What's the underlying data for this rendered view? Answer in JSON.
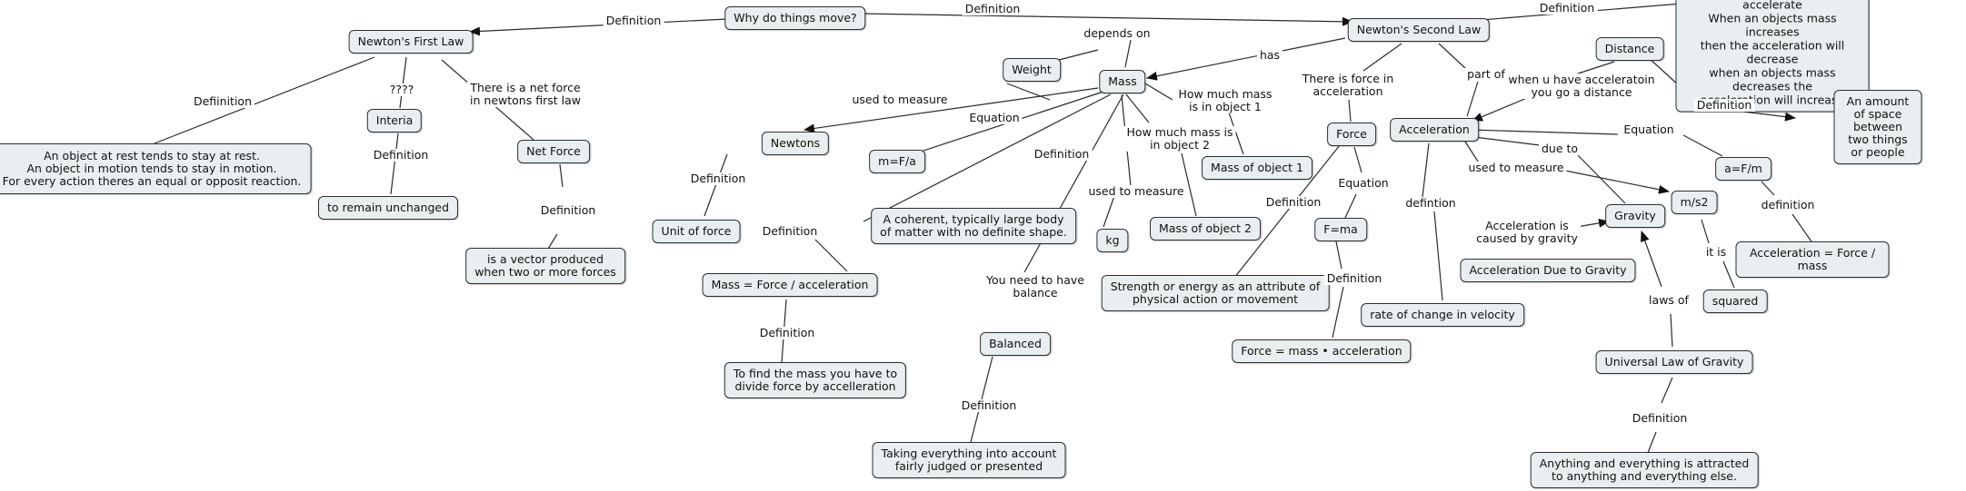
{
  "colors": {
    "node_bg": "#e9eff0",
    "border": "#2a2f33",
    "line": "#2b2b2b",
    "page_bg": "#ffffff"
  },
  "nodes": {
    "why_move": "Why do things move?",
    "newton1": "Newton's First Law",
    "newton2": "Newton's Second Law",
    "newton2_def": "An object with mass will accelerate\nWhen an objects mass increases\nthen the acceleration will decrease\nwhen an objects mass decreases the\nacceleration will increase",
    "law1_def": "An object at rest tends to stay at rest.\nAn object in motion tends to stay in motion.\nFor every action theres an equal or opposit reaction.",
    "interia": "Interia",
    "interia_def": "to remain unchanged",
    "net_force": "Net Force",
    "net_force_def": "is a vector produced\nwhen two or more forces",
    "weight": "Weight",
    "mass": "Mass",
    "newtons": "Newtons",
    "unit_force": "Unit of force",
    "m_fa": "m=F/a",
    "mass_def": "A coherent, typically large body\nof matter with no definite shape.",
    "mass_formula": "Mass = Force / acceleration",
    "mass_formula_def": "To find the mass you have to\ndivide force by accelleration",
    "kg": "kg",
    "balanced": "Balanced",
    "balanced_def": "Taking everything into account\nfairly judged or presented",
    "mass_obj1": "Mass of object 1",
    "mass_obj2": "Mass of object 2",
    "force": "Force",
    "force_def": "Strength or energy as an attribute of\nphysical action or movement",
    "fma": "F=ma",
    "fma_def": "Force = mass • acceleration",
    "acceleration": "Acceleration",
    "accel_def": "rate of change in velocity",
    "distance": "Distance",
    "distance_def": "An amount of space between\ntwo things or people",
    "afm": "a=F/m",
    "afm_def": "Acceleration = Force / mass",
    "ms2": "m/s2",
    "squared": "squared",
    "gravity": "Gravity",
    "accel_gravity": "Acceleration Due to Gravity",
    "universal": "Universal Law of Gravity",
    "universal_def": "Anything and everything is attracted\nto anything and everything else."
  },
  "labels": {
    "def_why_n1": "Definition",
    "def_why_n2": "Definition",
    "def_n2": "Definition",
    "def_law1": "Defiinition",
    "q_interia": "????",
    "def_interia": "Definition",
    "net_force_rel": "There is a net force\nin newtons first law",
    "def_net_force": "Definition",
    "depends_on": "depends on",
    "has": "has",
    "used_to_measure_weight": "used to measure",
    "def_newtons": "Definition",
    "eq_mass": "Equation",
    "def_mfa": "Definition",
    "def_mass_formula": "Definition",
    "def_mass": "Definition",
    "how_much_1": "How much mass\nis in object 1",
    "how_much_2": "How much mass is\nin object 2",
    "used_to_measure_kg": "used to measure",
    "balance_rel": "You need to have\nbalance",
    "def_balanced": "Definition",
    "force_in_accel": "There is force in\nacceleration",
    "part_of": "part of",
    "def_force": "Definition",
    "eq_force": "Equation",
    "def_fma": "Definition",
    "distance_rel": "when u have acceleratoin\nyou go a distance",
    "def_distance": "Definition",
    "eq_accel": "Equation",
    "due_to": "due to",
    "used_to_measure_accel": "used to measure",
    "def_accel": "defintion",
    "def_afm": "definition",
    "it_is": "it is",
    "caused_by": "Acceleration is\ncaused by gravity",
    "laws_of": "laws of",
    "def_universal": "Definition"
  }
}
